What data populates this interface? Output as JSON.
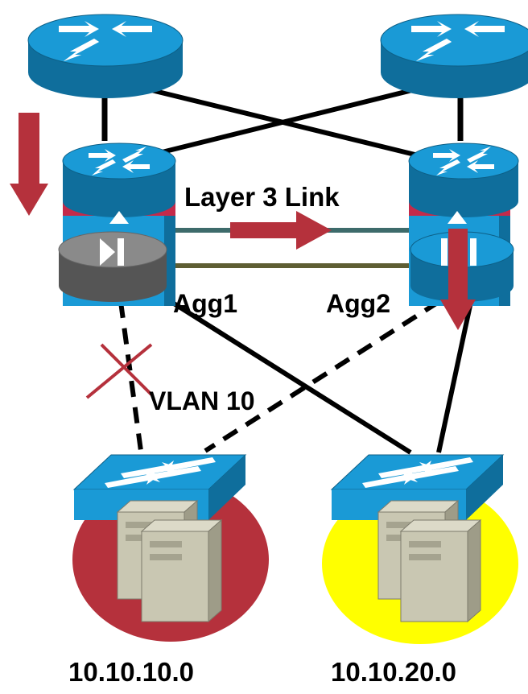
{
  "labels": {
    "link": "Layer 3 Link",
    "agg1": "Agg1",
    "agg2": "Agg2",
    "vlan": "VLAN 10",
    "subnet1": "10.10.10.0",
    "subnet2": "10.10.20.0"
  },
  "colors": {
    "device_blue": "#1a9ad6",
    "device_dark": "#0f6e9c",
    "arrow_red": "#b5313c",
    "subnet1_fill": "#b5313c",
    "subnet2_fill": "#ffff00",
    "link_teal": "#3d6b6b",
    "link_olive": "#5e5e33",
    "service_gray": "#8a8a8a",
    "server_beige": "#c9c7b2"
  },
  "icons": [
    "router-icon",
    "multilayer-switch-icon",
    "service-module-icon",
    "workgroup-switch-icon",
    "server-icon",
    "traffic-arrow-icon",
    "blocked-x-icon"
  ]
}
